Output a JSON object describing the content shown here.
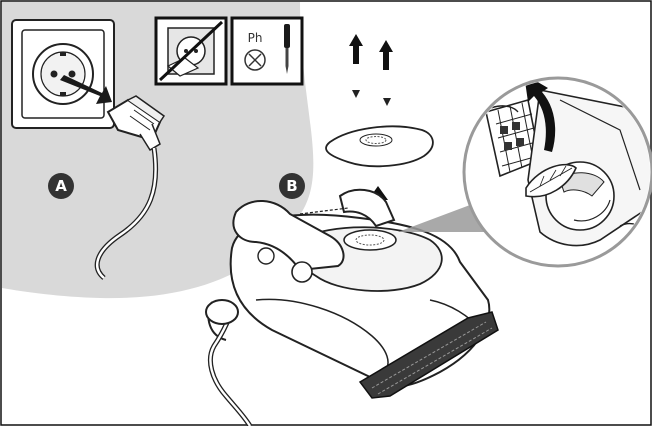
{
  "steps": {
    "a": {
      "label": "A"
    },
    "b": {
      "label": "B"
    }
  },
  "tool_icon": {
    "screwdriver_label": "Ph"
  },
  "icons": {
    "no_plug": "prohibited-plug-icon",
    "screwdriver": "phillips-screwdriver-icon",
    "up_arrows": "up-arrow-icon",
    "rotate": "rotate-arrow-icon"
  },
  "colors": {
    "background_blob": "#d9d9d9",
    "stroke": "#2b2b2b",
    "badge": "#333333",
    "frame": "#111111"
  }
}
